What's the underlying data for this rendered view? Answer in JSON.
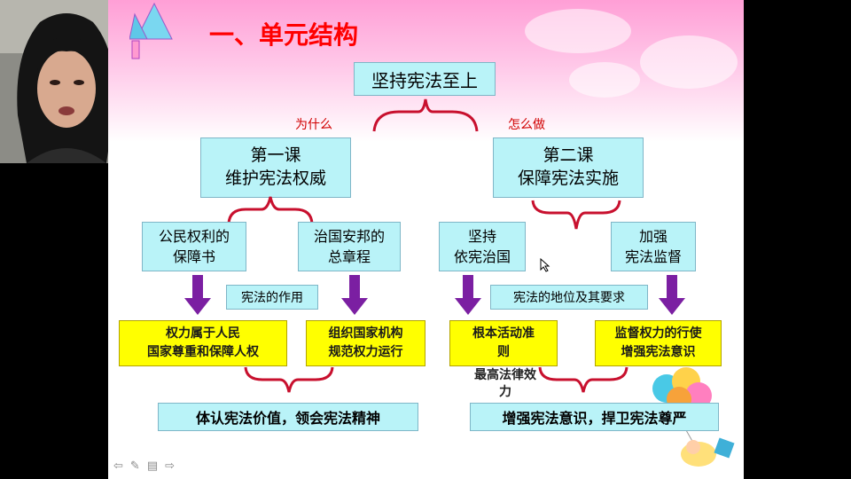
{
  "title": "一、单元结构",
  "root": "坚持宪法至上",
  "why_label": "为什么",
  "how_label": "怎么做",
  "lesson1": {
    "line1": "第一课",
    "line2": "维护宪法权威"
  },
  "lesson2": {
    "line1": "第二课",
    "line2": "保障宪法实施"
  },
  "l1_children": [
    {
      "line1": "公民权利的",
      "line2": "保障书"
    },
    {
      "line1": "治国安邦的",
      "line2": "总章程"
    }
  ],
  "l2_children": [
    {
      "line1": "坚持",
      "line2": "依宪治国"
    },
    {
      "line1": "加强",
      "line2": "宪法监督"
    }
  ],
  "role_label": "宪法的作用",
  "status_label": "宪法的地位及其要求",
  "yellow_boxes": [
    {
      "line1": "权力属于人民",
      "line2": "国家尊重和保障人权"
    },
    {
      "line1": "组织国家机构",
      "line2": "规范权力运行"
    },
    {
      "line1": "根本活动准",
      "line2": "则"
    },
    {
      "line1": "监督权力的行使",
      "line2": "增强宪法意识"
    }
  ],
  "overflow_text": {
    "line1": "最高法律效",
    "line2": "力"
  },
  "bottom_left": "体认宪法价值，领会宪法精神",
  "bottom_right": "增强宪法意识，捍卫宪法尊严",
  "nav_icons": [
    "prev-arrow-icon",
    "pen-icon",
    "menu-icon",
    "next-arrow-icon"
  ],
  "colors": {
    "title": "#ff0000",
    "cyan_box": "#b9f3f8",
    "yellow_box": "#ffff00",
    "arrow": "#7b1fa2",
    "brace": "#c8102e"
  }
}
